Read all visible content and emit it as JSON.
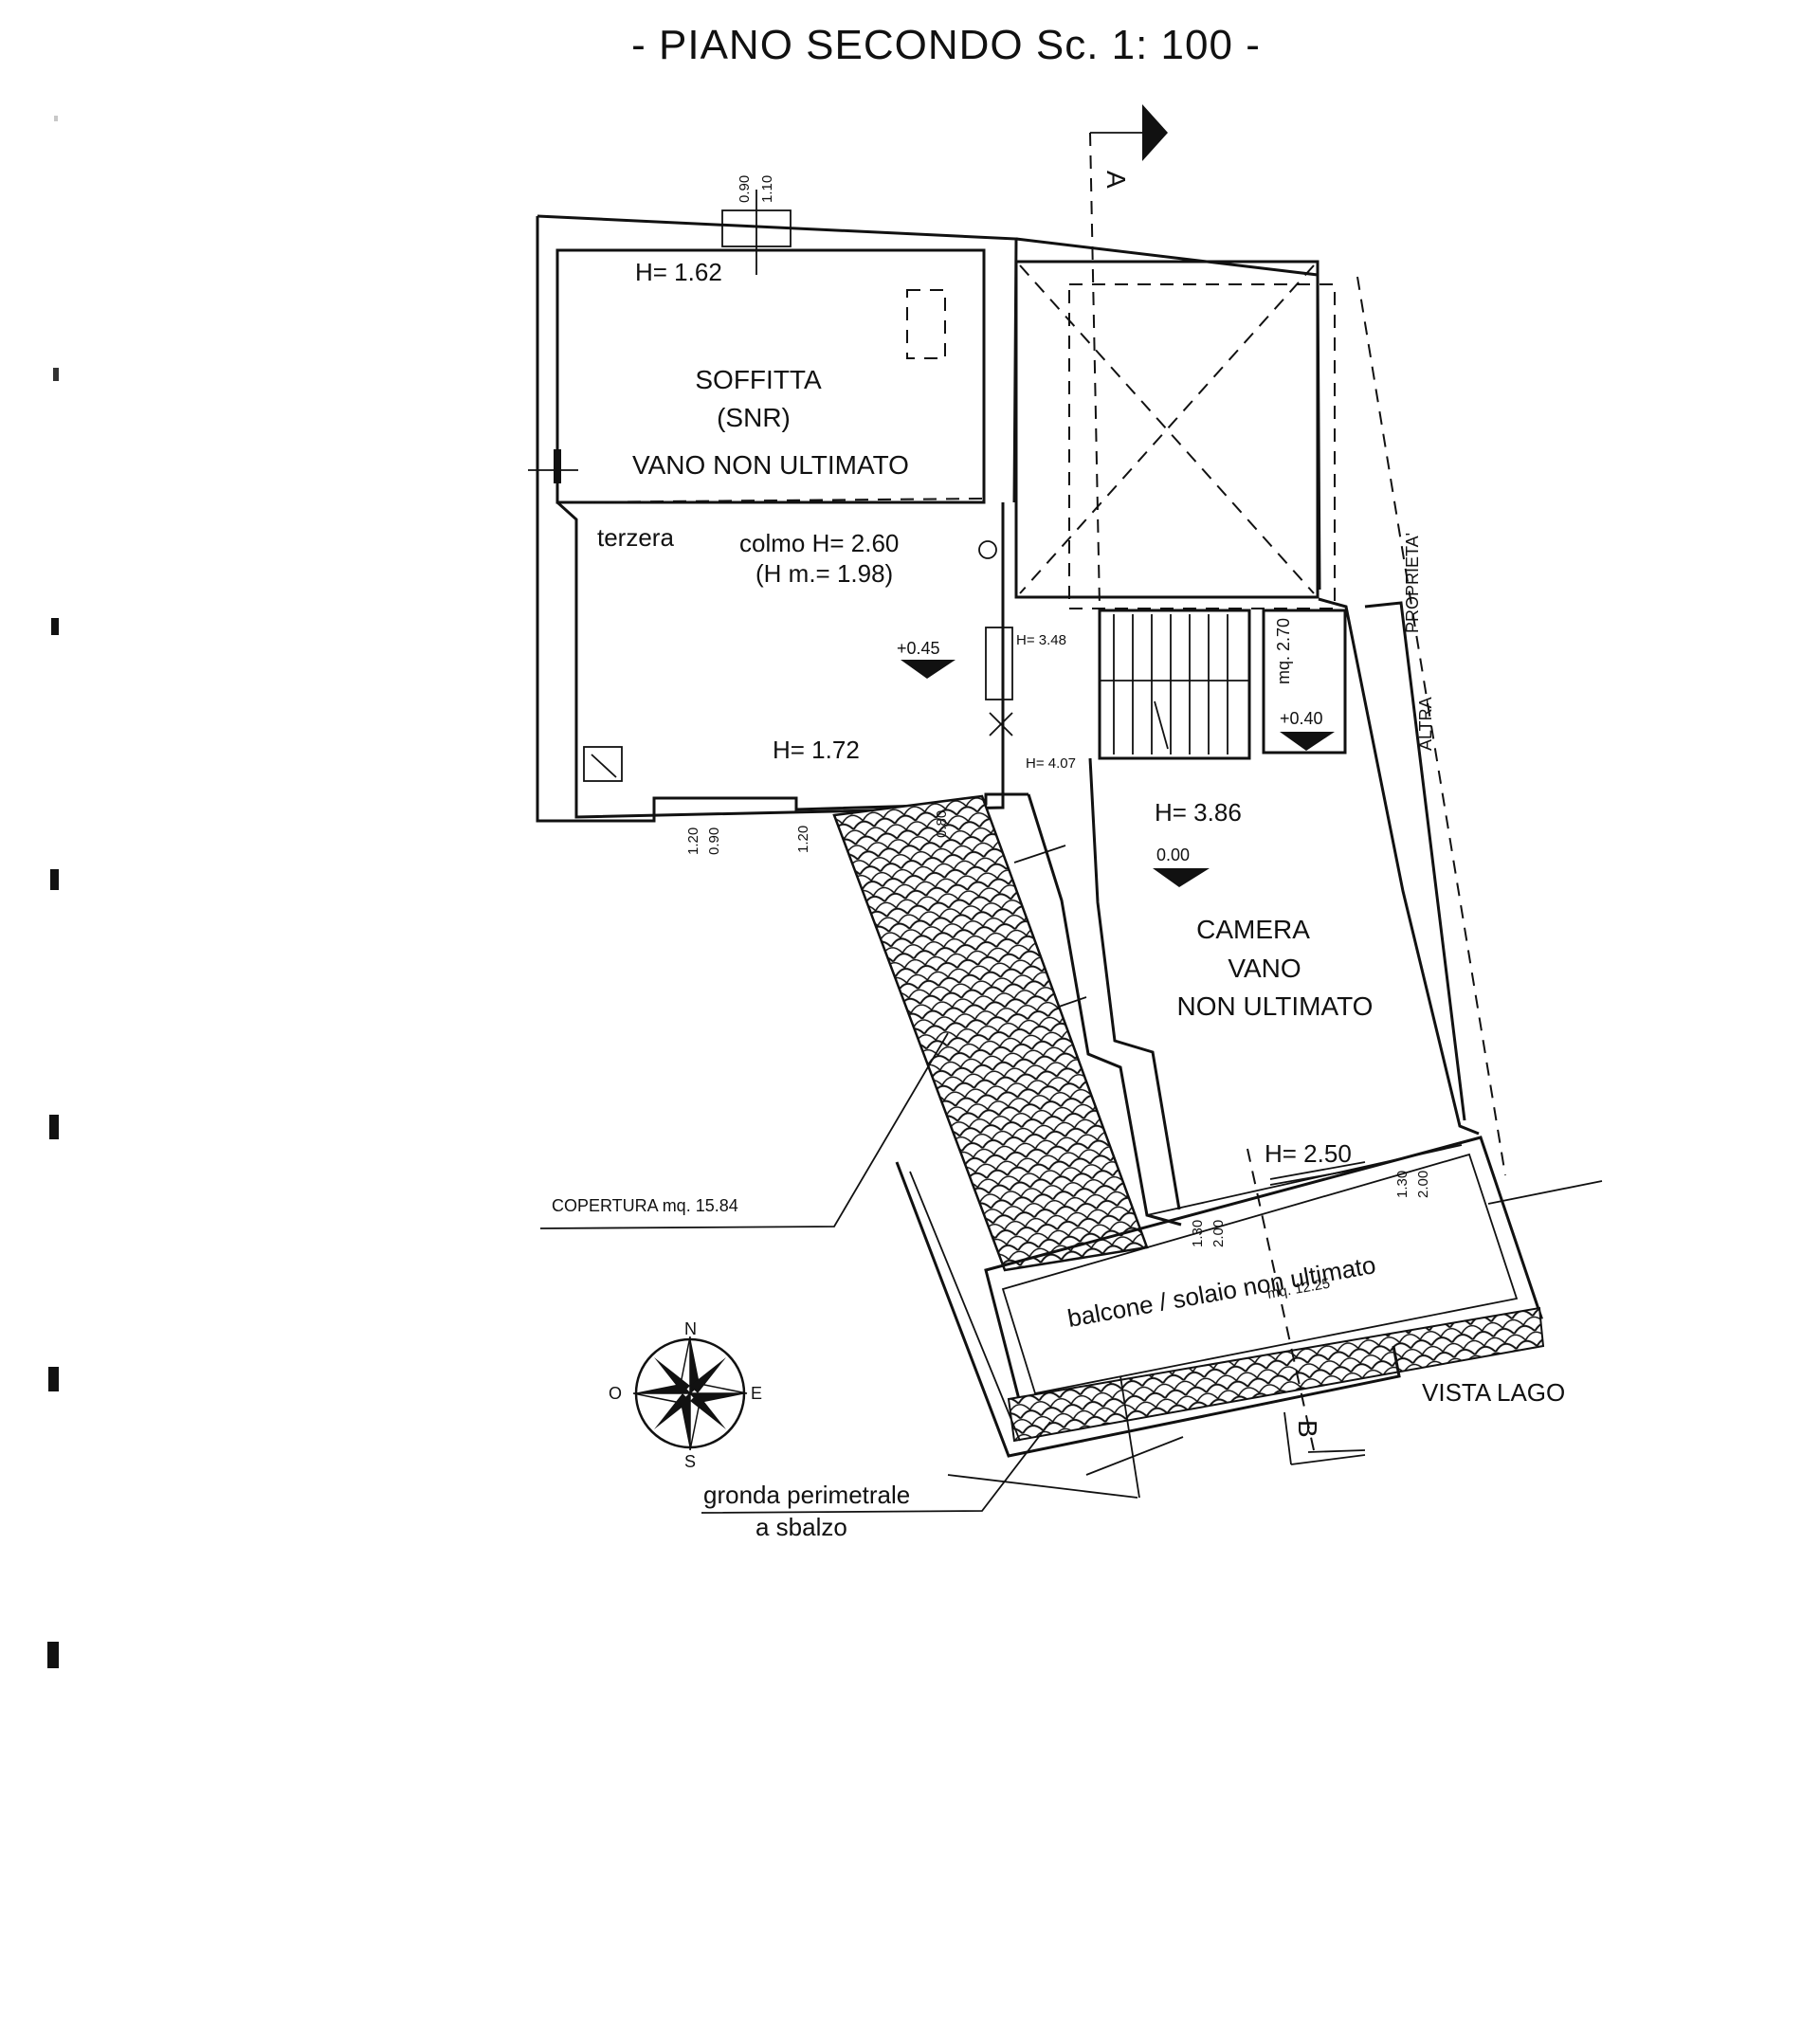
{
  "title": "- PIANO  SECONDO  Sc. 1: 100 -",
  "section_marks": {
    "a": "A",
    "b": "B"
  },
  "rooms": {
    "soffitta": {
      "name": "SOFFITTA",
      "code": "(SNR)",
      "status": "VANO NON ULTIMATO"
    },
    "camera": {
      "line1": "CAMERA",
      "line2": "VANO",
      "line3": "NON ULTIMATO"
    }
  },
  "labels": {
    "terzera": "terzera",
    "colmo": "colmo  H= 2.60",
    "h_media": "(H m.= 1.98)",
    "h_162": "H= 1.62",
    "h_172": "H= 1.72",
    "h_348": "H= 3.48",
    "h_407": "H= 4.07",
    "h_386": "H= 3.86",
    "h_250": "H= 2.50",
    "lvl_045": "+0.45",
    "lvl_040": "+0.40",
    "lvl_000": "0.00",
    "mq_270": "mq. 2.70",
    "altra": "ALTRA",
    "proprieta": "PROPRIETA'",
    "copertura": "COPERTURA mq. 15.84",
    "balcone": "balcone / solaio non ultimato",
    "mq_1225": "mq. 12.25",
    "vista_lago": "VISTA   LAGO",
    "gronda1": "gronda perimetrale",
    "gronda2": "a sbalzo"
  },
  "dims": {
    "d090": "0.90",
    "d110": "1.10",
    "d120a": "1.20",
    "d090b": "0.90",
    "d120b": "1.20",
    "d080": "0.80",
    "d130": "1.30",
    "d200": "2.00",
    "d130b": "1.30",
    "d200b": "2.00"
  },
  "compass": {
    "n": "N",
    "s": "S",
    "e": "E",
    "o": "O"
  }
}
